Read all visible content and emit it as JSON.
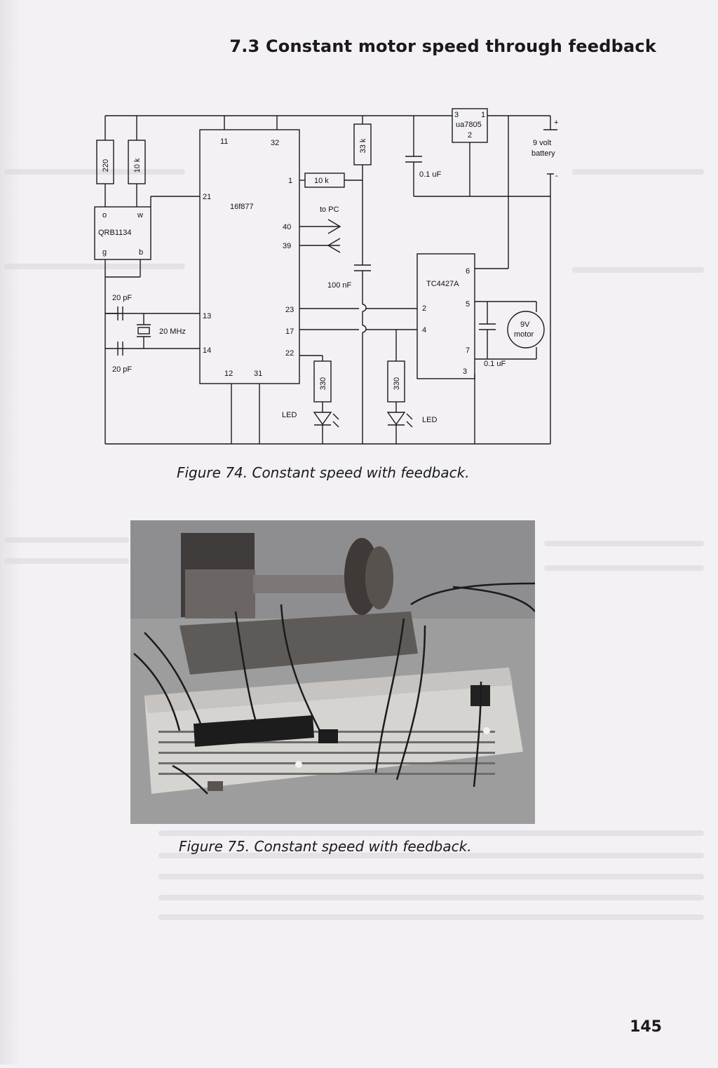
{
  "header": {
    "section_title": "7.3 Constant motor speed through feedback"
  },
  "figure74": {
    "caption": "Figure 74. Constant speed with feedback.",
    "labels": {
      "r220": "220",
      "r10k_left": "10 k",
      "r33k": "33 k",
      "r10k_mid": "10 k",
      "r330_a": "330",
      "r330_b": "330",
      "sensor_name": "QRB1134",
      "sensor_o": "o",
      "sensor_w": "w",
      "sensor_g": "g",
      "sensor_b": "b",
      "pic": "16f877",
      "pin11": "11",
      "pin32": "32",
      "pin1": "1",
      "pin21": "21",
      "pin40": "40",
      "pin39": "39",
      "pin13": "13",
      "pin23": "23",
      "pin17": "17",
      "pin14": "14",
      "pin22": "22",
      "pin12": "12",
      "pin31": "31",
      "to_pc": "to PC",
      "c100nf": "100 nF",
      "c01uf_top": "0.1 uF",
      "c01uf_bottom": "0.1 uF",
      "c20pf_top": "20 pF",
      "c20pf_bottom": "20 pF",
      "crystal": "20 MHz",
      "reg_name": "ua7805",
      "reg_pin3": "3",
      "reg_pin1": "1",
      "reg_pin2": "2",
      "battery": "9 volt",
      "battery2": "battery",
      "plus": "+",
      "minus": "-",
      "driver": "TC4427A",
      "drv_pin6": "6",
      "drv_pin2": "2",
      "drv_pin5": "5",
      "drv_pin4": "4",
      "drv_pin7": "7",
      "drv_pin3": "3",
      "motor1": "9V",
      "motor2": "motor",
      "led_a": "LED",
      "led_b": "LED"
    }
  },
  "figure75": {
    "caption": "Figure 75. Constant speed with feedback."
  },
  "footer": {
    "page_number": "145"
  },
  "colors": {
    "text": "#1a1a1a",
    "page": "#f3f1f4",
    "photo_bg": "#a6a5a6"
  }
}
